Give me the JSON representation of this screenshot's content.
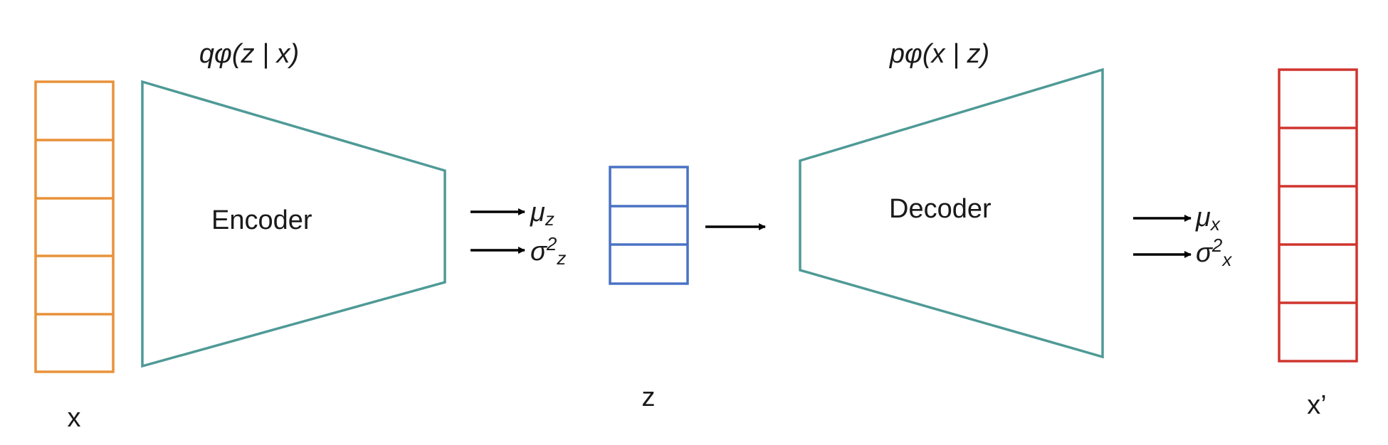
{
  "input": {
    "label": "x",
    "color": "#E8923A"
  },
  "encoder": {
    "label": "Encoder",
    "distribution": "qφ(z | x)",
    "color": "#4E9A96"
  },
  "latent_params": {
    "mu": "μ",
    "mu_sub": "z",
    "sigma": "σ",
    "sigma_sup": "2",
    "sigma_sub": "z"
  },
  "latent": {
    "label": "z",
    "color": "#4A72C4"
  },
  "decoder": {
    "label": "Decoder",
    "distribution": "pφ(x | z)",
    "color": "#4E9A96"
  },
  "output_params": {
    "mu": "μ",
    "mu_sub": "x",
    "sigma": "σ",
    "sigma_sup": "2",
    "sigma_sub": "x"
  },
  "output": {
    "label": "x’",
    "color": "#D0352E"
  },
  "arrow_color": "#000000"
}
